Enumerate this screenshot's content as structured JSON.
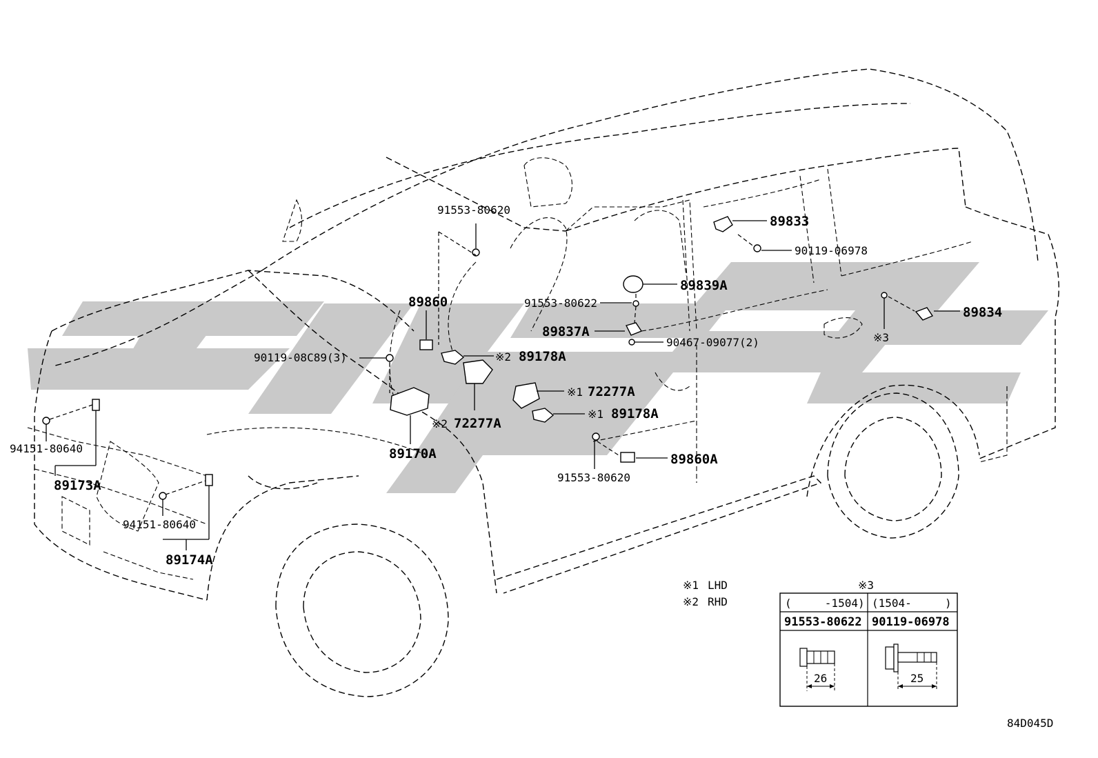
{
  "diagram": {
    "code": "84D045D",
    "part_labels": {
      "p89833": "89833",
      "p90119_06978": "90119-06978",
      "p89839A": "89839A",
      "p91553_80622": "91553-80622",
      "p89834": "89834",
      "p89837A": "89837A",
      "p90467_09077": "90467-09077(2)",
      "p89860": "89860",
      "p91553_80620_top": "91553-80620",
      "p90119_08C89": "90119-08C89(3)",
      "p89178A_rhd": "89178A",
      "p72277A_lhd": "72277A",
      "p89178A_lhd": "89178A",
      "p72277A_rhd": "72277A",
      "p89170A": "89170A",
      "p91553_80620_bottom": "91553-80620",
      "p89860A": "89860A",
      "p94151_80640_left": "94151-80640",
      "p89173A": "89173A",
      "p94151_80640_right": "94151-80640",
      "p89174A": "89174A"
    },
    "marks": {
      "m1": "※1",
      "m2": "※2",
      "m3": "※3"
    },
    "legend": [
      {
        "mark": "※1",
        "text": "LHD"
      },
      {
        "mark": "※2",
        "text": "RHD"
      }
    ],
    "table": {
      "title": "※3",
      "col1_range": "(     -1504)",
      "col2_range": "(1504-     )",
      "col1_part": "91553-80622",
      "col2_part": "90119-06978",
      "col1_length": "26",
      "col2_length": "25"
    },
    "colors": {
      "line": "#000000",
      "watermark": "#c9c9c9",
      "background": "#ffffff"
    }
  }
}
